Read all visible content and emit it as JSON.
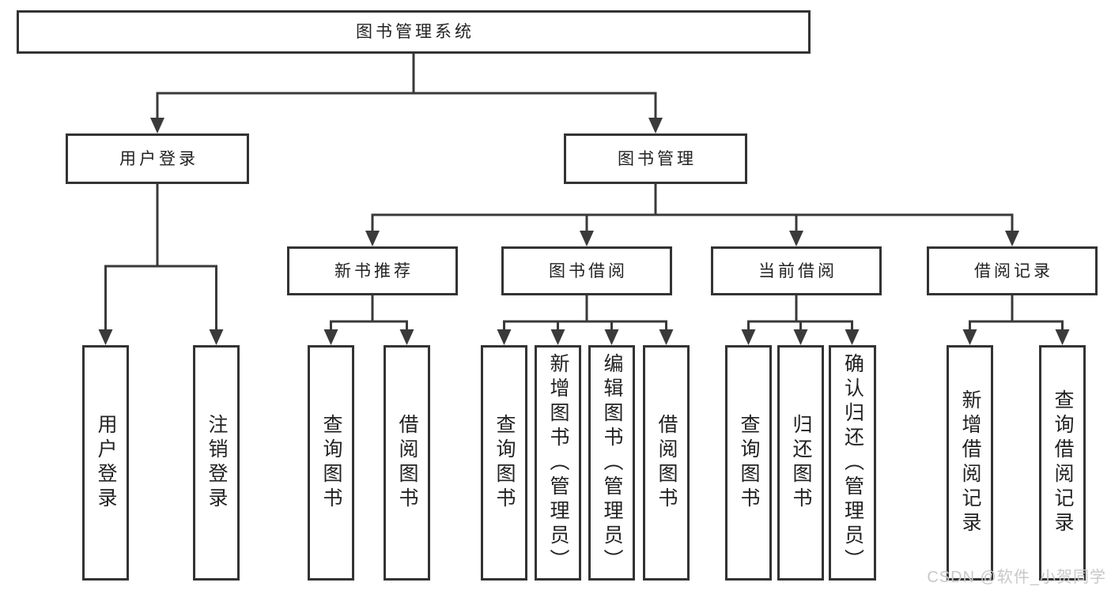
{
  "nodes": {
    "root": "图书管理系统",
    "user_login": "用户登录",
    "book_mgmt": "图书管理",
    "new_book_rec": "新书推荐",
    "book_borrow": "图书借阅",
    "current_borrow": "当前借阅",
    "borrow_records": "借阅记录",
    "leaf_user_login": "用户登录",
    "leaf_logout": "注销登录",
    "leaf_nbr_query_book": "查询图书",
    "leaf_nbr_borrow_book": "借阅图书",
    "leaf_bb_query_book": "查询图书",
    "leaf_bb_add_book_admin": "新增图书（管理员）",
    "leaf_bb_edit_book_admin": "编辑图书（管理员）",
    "leaf_bb_borrow_book": "借阅图书",
    "leaf_cb_query_book": "查询图书",
    "leaf_cb_return_book": "归还图书",
    "leaf_cb_confirm_return_admin": "确认归还（管理员）",
    "leaf_br_add_record": "新增借阅记录",
    "leaf_br_query_record": "查询借阅记录"
  },
  "watermark": "CSDN @软件_小贺同学",
  "colors": {
    "line": "#3a3a3a",
    "border": "#333333",
    "text": "#222222",
    "watermark": "#c8c8c8",
    "background": "#ffffff"
  }
}
